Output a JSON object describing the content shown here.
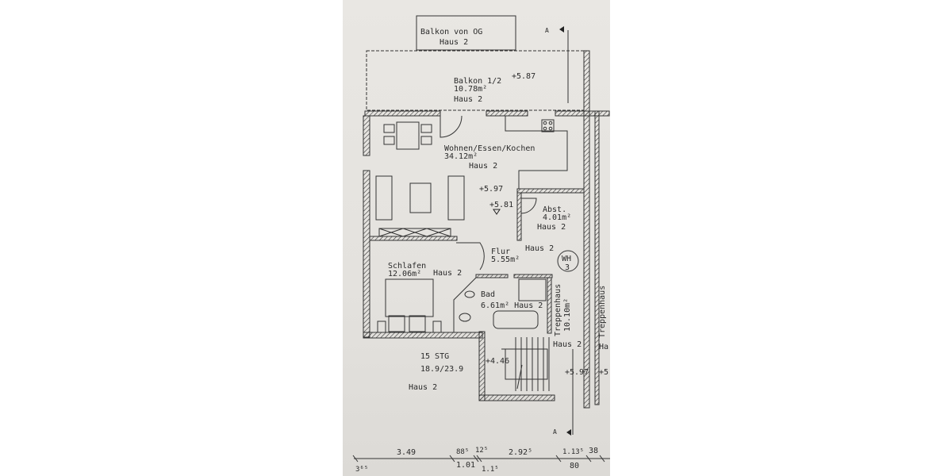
{
  "plan": {
    "balcony_upper": {
      "name": "Balkon von OG",
      "house": "Haus 2"
    },
    "balcony": {
      "name": "Balkon 1/2",
      "area": "10.78m²",
      "house": "Haus 2",
      "level": "+5.87"
    },
    "living": {
      "name": "Wohnen/Essen/Kochen",
      "area": "34.12m²",
      "house": "Haus 2",
      "level1": "+5.97",
      "level2": "+5.81"
    },
    "storage": {
      "name": "Abst.",
      "area": "4.01m²",
      "house": "Haus 2"
    },
    "hall": {
      "name": "Flur",
      "area": "5.55m²",
      "house": "Haus 2",
      "unit_label": "WH",
      "unit_number": "3"
    },
    "bedroom": {
      "name": "Schlafen",
      "area": "12.06m²",
      "house": "Haus 2"
    },
    "bath": {
      "name": "Bad",
      "area_house": "6.61m² Haus 2"
    },
    "stairwell": {
      "name": "Treppenhaus",
      "area": "10.10m²",
      "house": "Haus 2",
      "level": "+5.97",
      "neighbor_name": "Treppenhaus",
      "neighbor_house": "Ha",
      "neighbor_level": "+5."
    },
    "stairs": {
      "steps": "15 STG",
      "ratio": "18.9/23.9",
      "house": "Haus 2",
      "level": "+4.46"
    },
    "section_marker_top": "A",
    "section_marker_bottom": "A",
    "dimensions": {
      "d1": "3.49",
      "d2": "88⁵",
      "d3": "12⁵",
      "d4": "2.92⁵",
      "d5": "1.13⁵",
      "d6": "38",
      "d7": "1.01",
      "d8": "80",
      "d9": "1.1⁵",
      "d10": "3⁶⁵"
    }
  }
}
